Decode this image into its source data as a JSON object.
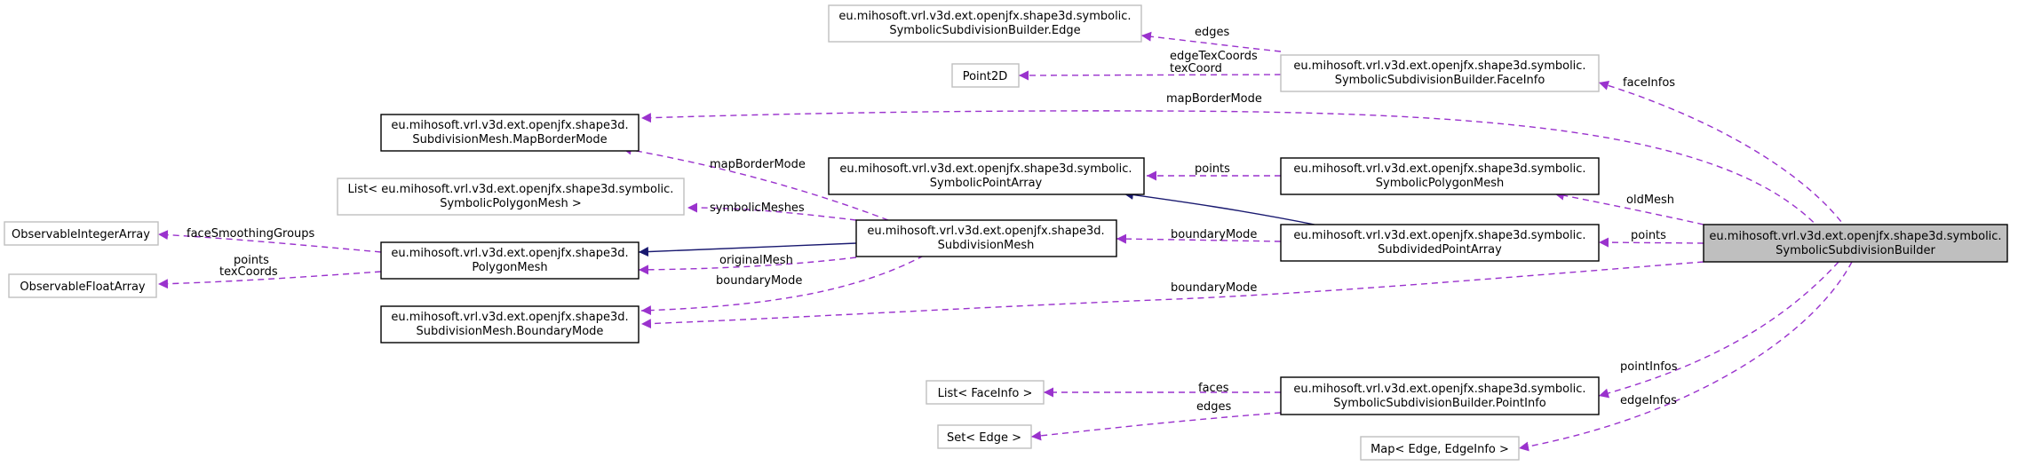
{
  "colors": {
    "usage_edge": "#9a32cd",
    "inheritance_edge": "#191970",
    "focus_node_fill": "#bfbfbf",
    "external_node_border": "#bfbfbf"
  },
  "nodes": {
    "symbolic_subdivision_builder": [
      "eu.mihosoft.vrl.v3d.ext.openjfx.shape3d.symbolic.",
      "SymbolicSubdivisionBuilder"
    ],
    "edge": [
      "eu.mihosoft.vrl.v3d.ext.openjfx.shape3d.symbolic.",
      "SymbolicSubdivisionBuilder.Edge"
    ],
    "face_info": [
      "eu.mihosoft.vrl.v3d.ext.openjfx.shape3d.symbolic.",
      "SymbolicSubdivisionBuilder.FaceInfo"
    ],
    "point2d": [
      "Point2D"
    ],
    "map_border_mode": [
      "eu.mihosoft.vrl.v3d.ext.openjfx.shape3d.",
      "SubdivisionMesh.MapBorderMode"
    ],
    "symbolic_point_array": [
      "eu.mihosoft.vrl.v3d.ext.openjfx.shape3d.symbolic.",
      "SymbolicPointArray"
    ],
    "symbolic_polygon_mesh": [
      "eu.mihosoft.vrl.v3d.ext.openjfx.shape3d.symbolic.",
      "SymbolicPolygonMesh"
    ],
    "list_symbolic_polygon_mesh": [
      "List< eu.mihosoft.vrl.v3d.ext.openjfx.shape3d.symbolic.",
      "SymbolicPolygonMesh >"
    ],
    "subdivision_mesh": [
      "eu.mihosoft.vrl.v3d.ext.openjfx.shape3d.",
      "SubdivisionMesh"
    ],
    "subdivided_point_array": [
      "eu.mihosoft.vrl.v3d.ext.openjfx.shape3d.symbolic.",
      "SubdividedPointArray"
    ],
    "observable_integer_array": [
      "ObservableIntegerArray"
    ],
    "polygon_mesh": [
      "eu.mihosoft.vrl.v3d.ext.openjfx.shape3d.",
      "PolygonMesh"
    ],
    "observable_float_array": [
      "ObservableFloatArray"
    ],
    "boundary_mode": [
      "eu.mihosoft.vrl.v3d.ext.openjfx.shape3d.",
      "SubdivisionMesh.BoundaryMode"
    ],
    "list_face_info": [
      "List< FaceInfo >"
    ],
    "point_info": [
      "eu.mihosoft.vrl.v3d.ext.openjfx.shape3d.symbolic.",
      "SymbolicSubdivisionBuilder.PointInfo"
    ],
    "set_edge": [
      "Set< Edge >"
    ],
    "map_edge_edgeinfo": [
      "Map< Edge, EdgeInfo >"
    ]
  },
  "edge_labels": {
    "edges_faceinfo": "edges",
    "edge_tex_coords": [
      "edgeTexCoords",
      "texCoord"
    ],
    "face_infos": "faceInfos",
    "map_border_mode_builder": "mapBorderMode",
    "map_border_mode_mesh": "mapBorderMode",
    "points_polygonmesh": "points",
    "symbolic_meshes": "symbolicMeshes",
    "old_mesh": "oldMesh",
    "face_smoothing_groups": "faceSmoothingGroups",
    "boundary_mode_points": "boundaryMode",
    "points_builder": "points",
    "points_tex_coords": [
      "points",
      "texCoords"
    ],
    "original_mesh": "originalMesh",
    "boundary_mode_mesh": "boundaryMode",
    "boundary_mode_builder": "boundaryMode",
    "point_infos": "pointInfos",
    "faces": "faces",
    "edges_pointinfo": "edges",
    "edge_infos": "edgeInfos"
  }
}
